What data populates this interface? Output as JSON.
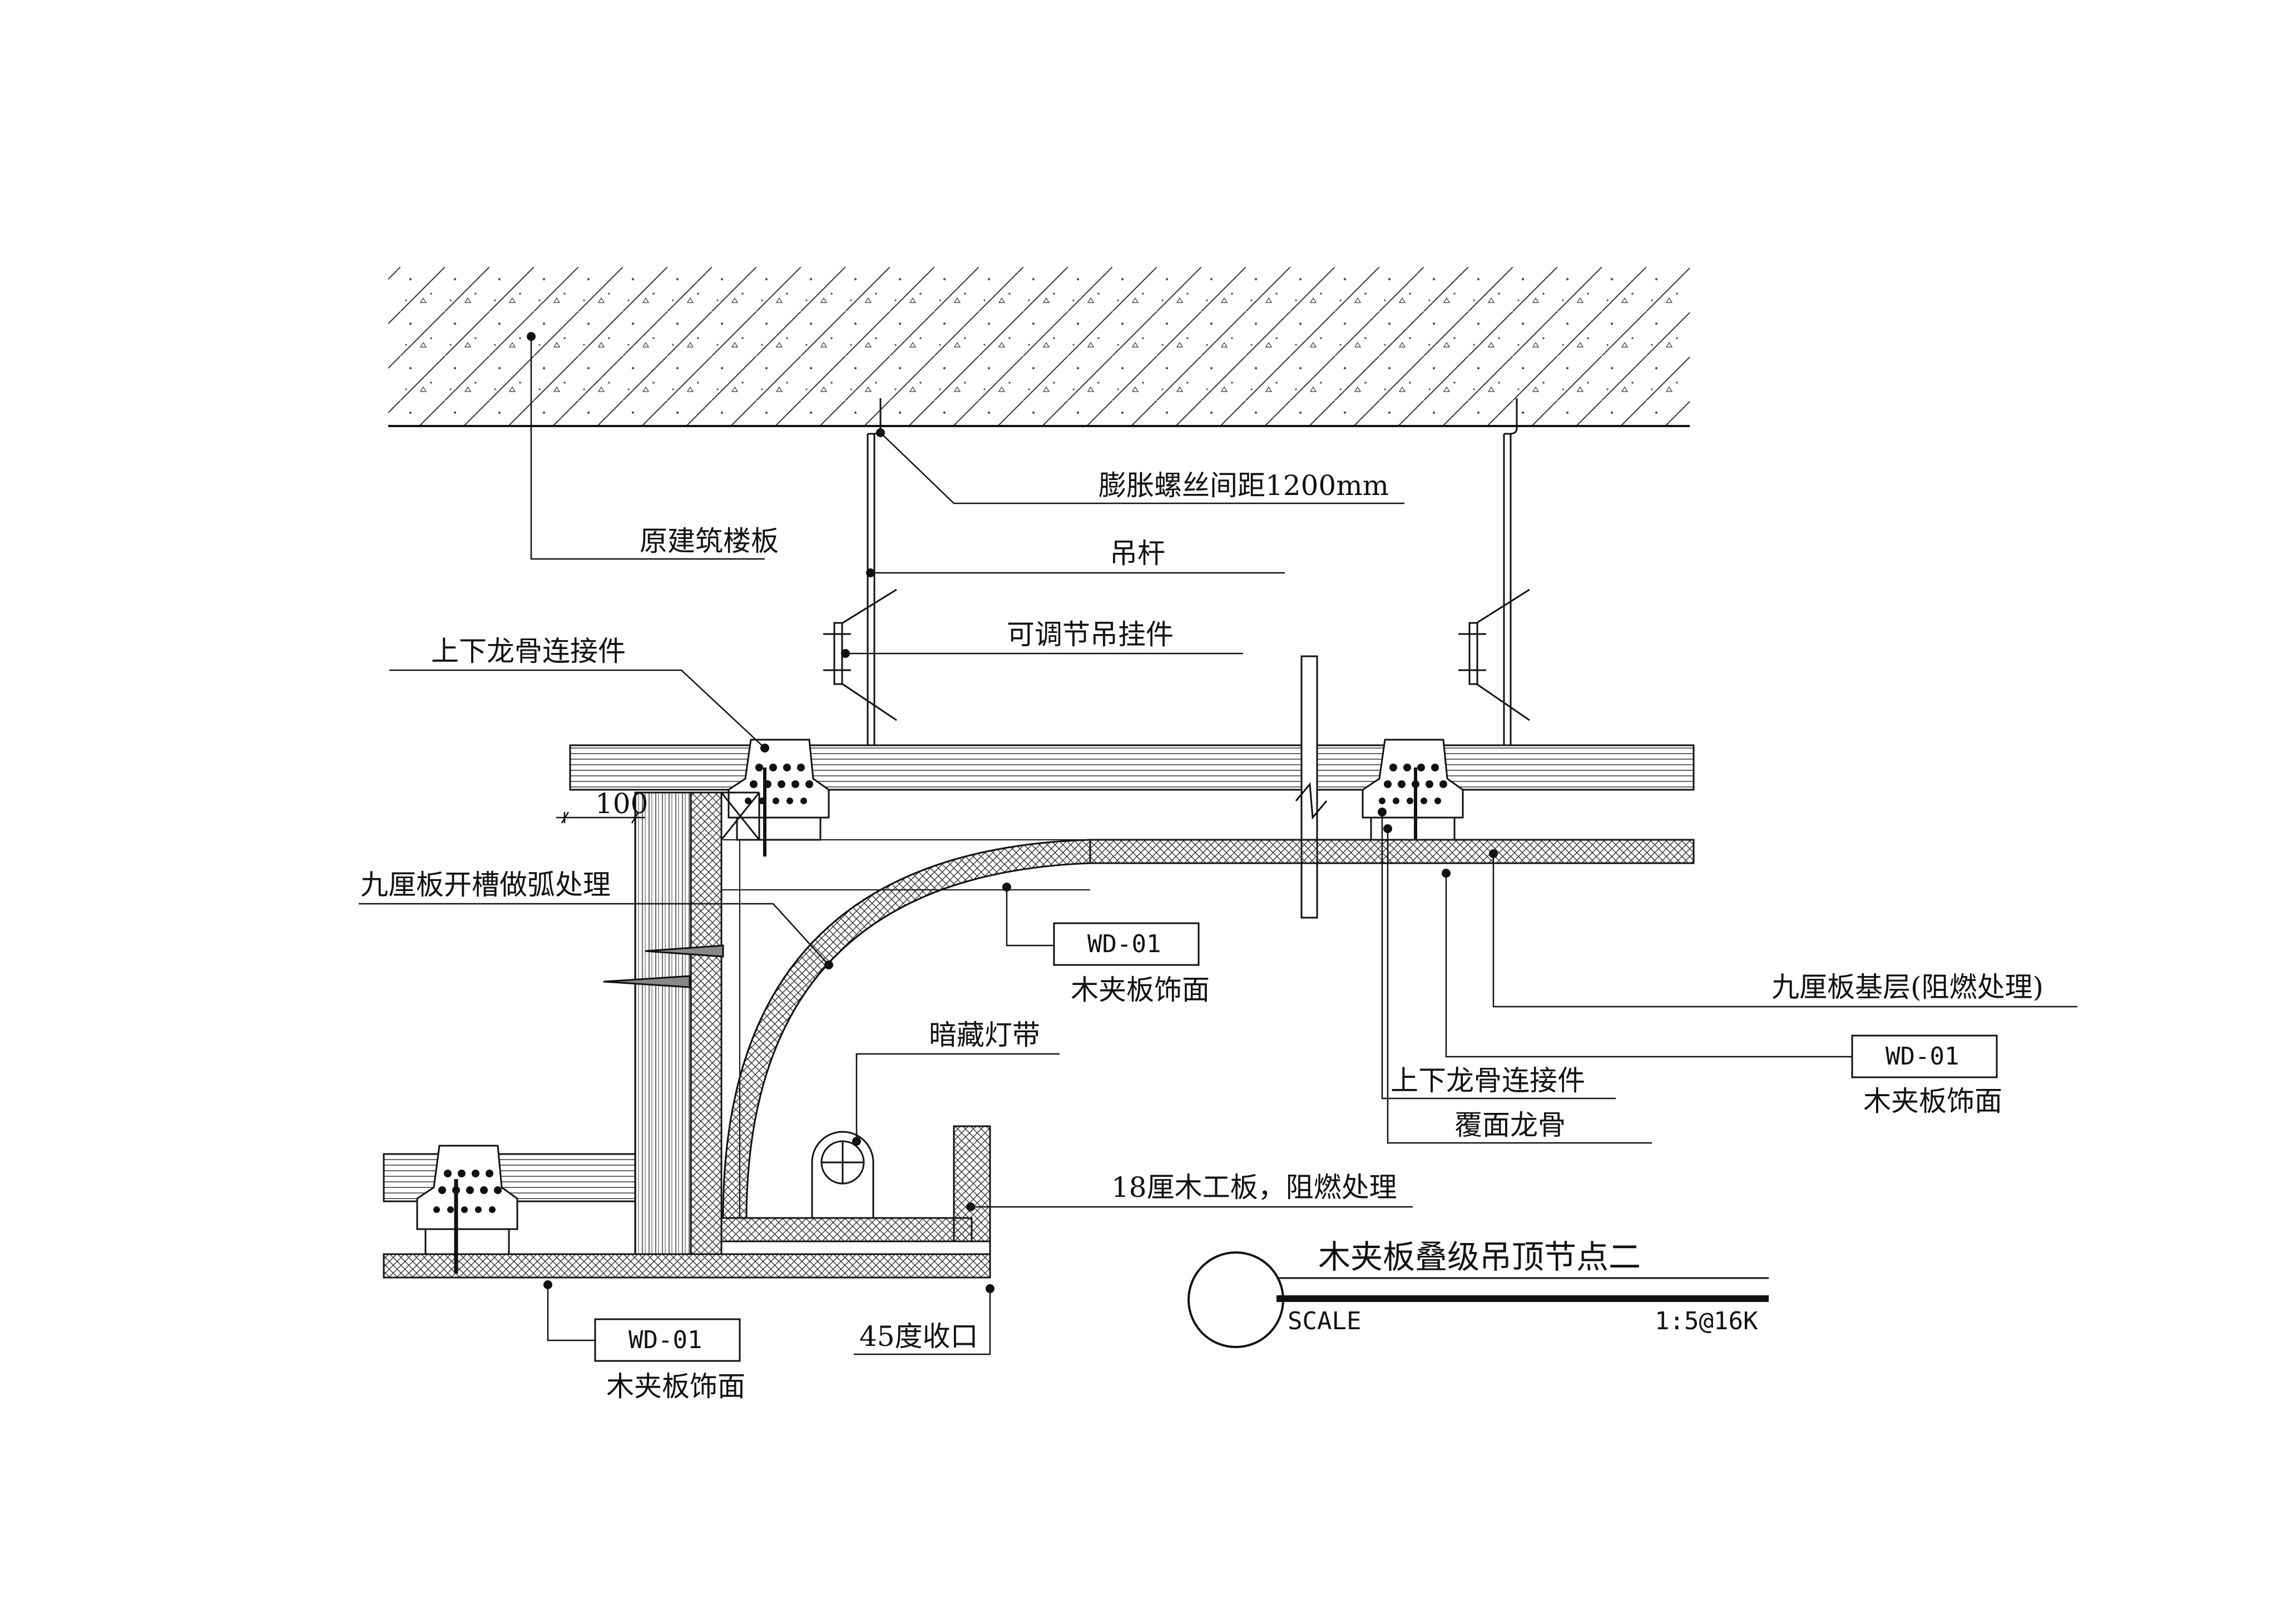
{
  "labels": {
    "floor_slab": "原建筑楼板",
    "expansion_bolt": "膨胀螺丝间距1200mm",
    "hanger_rod": "吊杆",
    "adjustable_hanger": "可调节吊挂件",
    "keel_connector_left": "上下龙骨连接件",
    "dimension_100": "100",
    "slotted_arc_board": "九厘板开槽做弧处理",
    "hidden_light": "暗藏灯带",
    "board_18mm": "18厘木工板，阻燃处理",
    "base_board": "九厘板基层(阻燃处理)",
    "keel_connector_right": "上下龙骨连接件",
    "cover_keel": "覆面龙骨",
    "corner_45": "45度收口"
  },
  "finish_tags": [
    {
      "code": "WD-01",
      "text": "木夹板饰面"
    },
    {
      "code": "WD-01",
      "text": "木夹板饰面"
    },
    {
      "code": "WD-01",
      "text": "木夹板饰面"
    }
  ],
  "title_block": {
    "title": "木夹板叠级吊顶节点二",
    "scale_label": "SCALE",
    "scale_value": "1:5@16K"
  },
  "colors": {
    "line": "#111111",
    "hatch": "#333333",
    "paper": "#ffffff"
  }
}
